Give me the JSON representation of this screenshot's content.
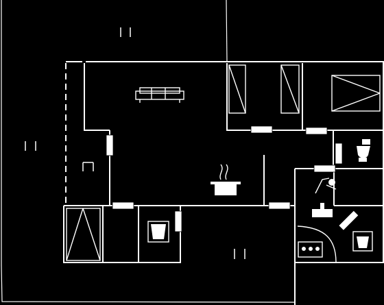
{
  "floorplan": {
    "background_color": "#000000",
    "line_color": "#ffffff",
    "rooms": [
      {
        "id": "living-room",
        "fixture": "sofa-icon"
      },
      {
        "id": "kitchen",
        "fixture": "stove-pot-icon"
      },
      {
        "id": "bathroom",
        "fixtures": [
          "toilet-icon",
          "shower-icon",
          "sink-icon"
        ]
      },
      {
        "id": "laundry",
        "fixture": "washing-machine-icon"
      },
      {
        "id": "utility",
        "fixture": "appliance-icon"
      },
      {
        "id": "small-room",
        "fixture": "appliance-icon"
      },
      {
        "id": "closets",
        "fixture": "wardrobe-icon"
      },
      {
        "id": "stairs",
        "fixture": "stair-icon"
      }
    ],
    "terrace_markers": 4,
    "door_gaps": 9
  }
}
